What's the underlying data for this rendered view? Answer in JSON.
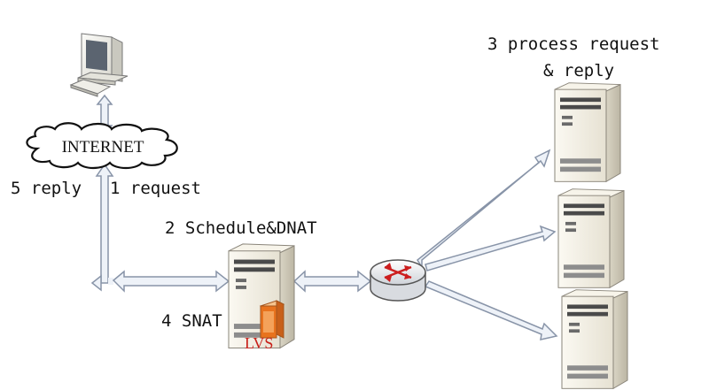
{
  "labels": {
    "internet": "INTERNET",
    "step1": "1 request",
    "step2": "2 Schedule&DNAT",
    "step3_line1": "3 process request",
    "step3_line2": "& reply",
    "step4": "4 SNAT",
    "step5": "5 reply",
    "lvs": "LVS"
  },
  "colors": {
    "lvs_text": "#c8201a",
    "arrow_fill": "#eef2f8",
    "arrow_stroke": "#8894a8",
    "server_body": "#f3efe3",
    "router_arrows": "#cc1e1e",
    "lvs_card": "#e8731e"
  },
  "icons": {
    "client": "desktop-computer-icon",
    "cloud": "internet-cloud-icon",
    "router": "router-icon",
    "server": "server-tower-icon"
  }
}
